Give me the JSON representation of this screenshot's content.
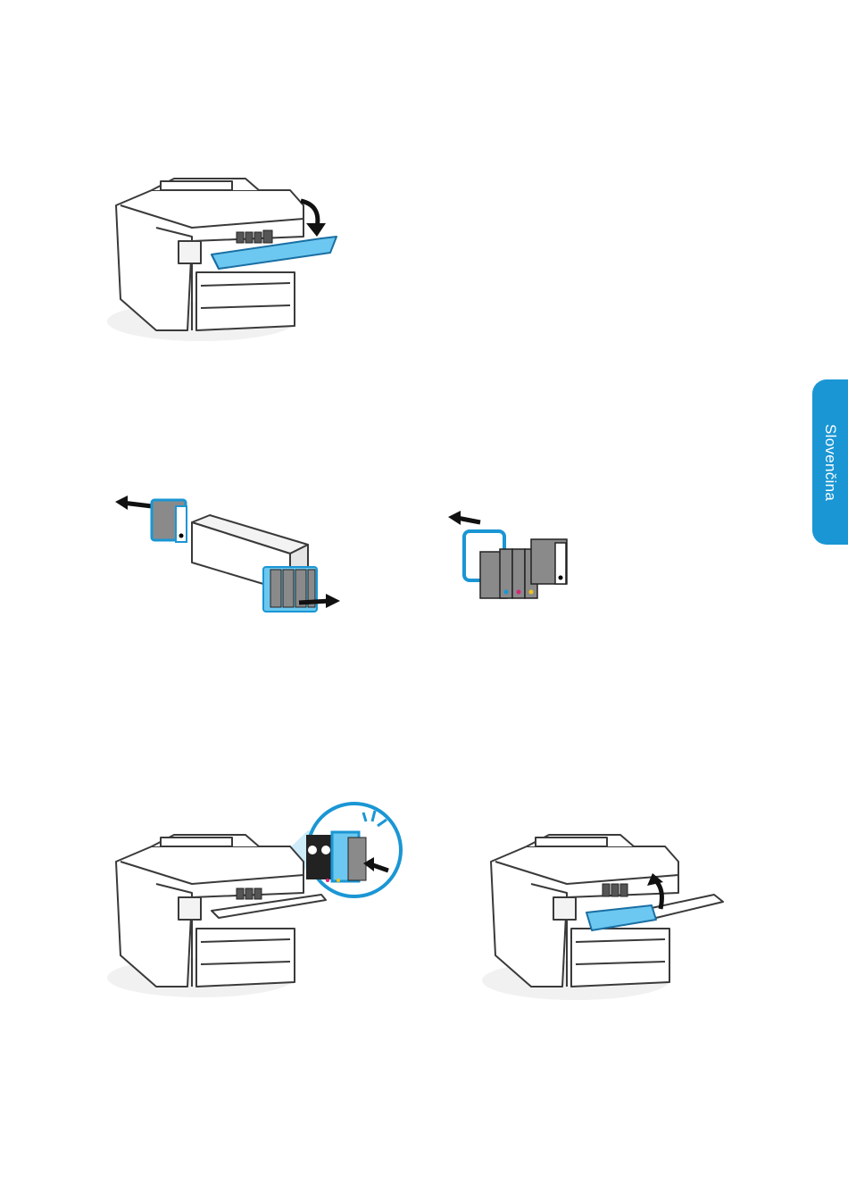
{
  "language_tab": {
    "label": "Slovenčina"
  },
  "colors": {
    "accent": "#1a96d4",
    "accent_light": "#6cc8f0",
    "outline": "#3a3a3a",
    "cartridge": "#8a8a8a"
  },
  "steps": [
    {
      "id": "open-ink-door",
      "icon": "printer-open-door"
    },
    {
      "id": "remove-from-packaging",
      "icon": "cartridge-unbox"
    },
    {
      "id": "remove-packing",
      "icon": "cartridge-unwrap"
    },
    {
      "id": "insert-cartridges",
      "icon": "printer-insert-cartridge"
    },
    {
      "id": "close-ink-door",
      "icon": "printer-close-door"
    }
  ]
}
